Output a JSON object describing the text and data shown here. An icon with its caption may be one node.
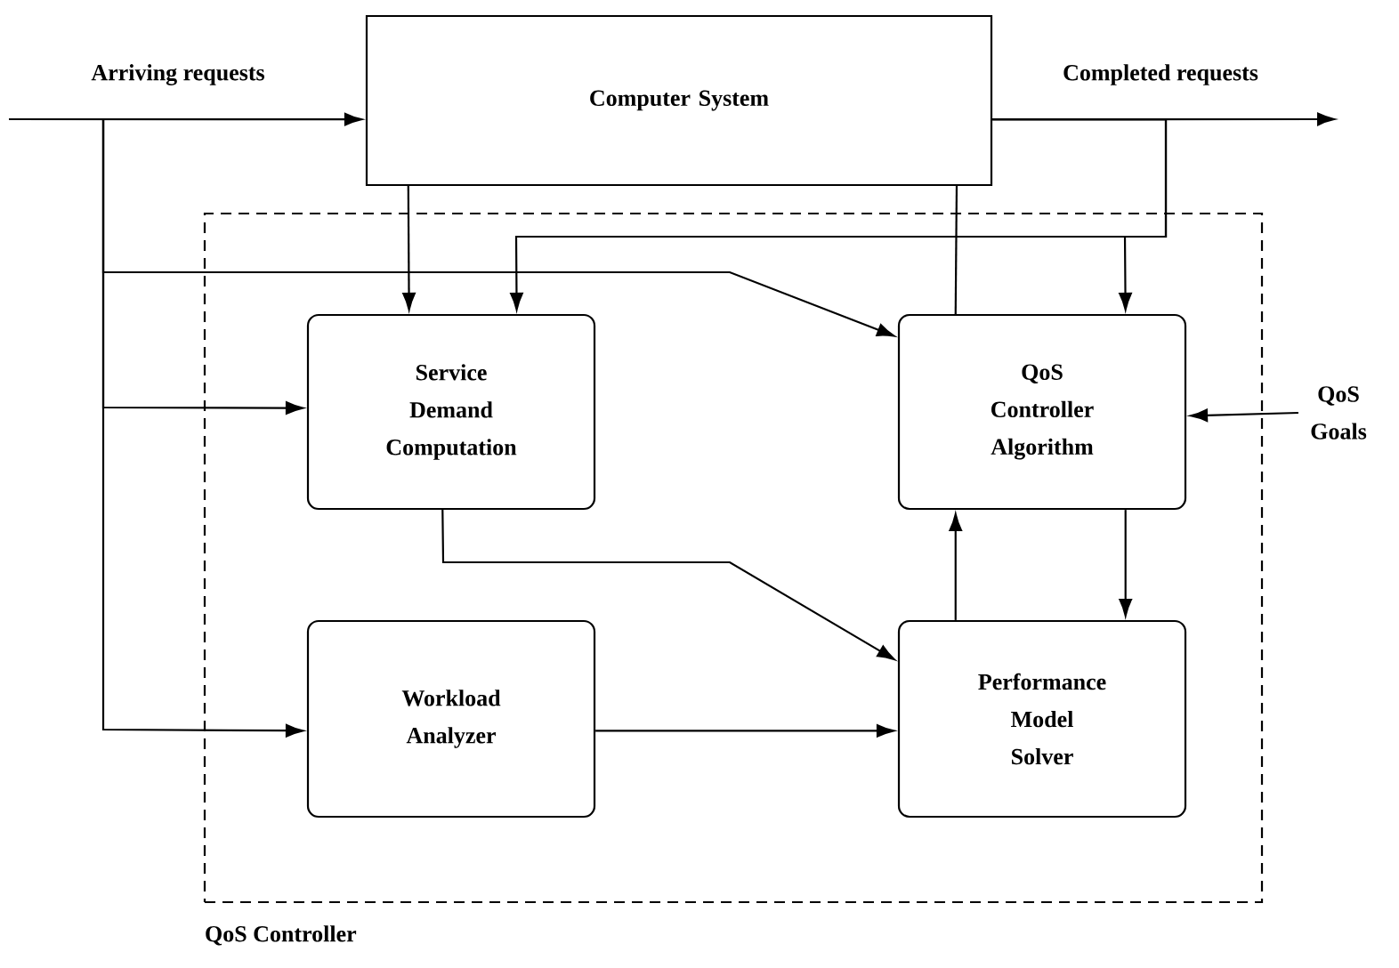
{
  "diagram": {
    "nodes": [
      {
        "text": [
          "Computer System"
        ]
      },
      {
        "text": [
          "QoS Controller"
        ]
      },
      {
        "text": [
          "Service Demand Computation"
        ],
        "in": 1
      },
      {
        "text": [
          "QoS Controller Algorithm"
        ],
        "in": 1
      },
      {
        "text": [
          "Workload Analyzer"
        ],
        "in": 1
      },
      {
        "text": [
          "Performance Model Solver"
        ],
        "in": 1
      },
      {
        "text": [
          "QoS Goals"
        ]
      }
    ],
    "edges": [
      {
        "from": null,
        "to": 0,
        "arrow": "to",
        "label": "Arriving requests"
      },
      {
        "from": null,
        "to": 3,
        "arrow": "to"
      },
      {
        "from": null,
        "to": 2,
        "arrow": "to"
      },
      {
        "from": null,
        "to": 4,
        "arrow": "to"
      },
      {
        "from": 0,
        "to": 2,
        "arrow": "to"
      },
      {
        "from": 0,
        "to": 3,
        "arrow": "none"
      },
      {
        "from": 0,
        "to": null,
        "arrow": "to",
        "label": "Completed requests"
      },
      {
        "from": 0,
        "to": 2,
        "arrow": "to"
      },
      {
        "from": 0,
        "to": 3,
        "arrow": "to"
      },
      {
        "from": 6,
        "to": 3,
        "arrow": "to"
      },
      {
        "from": 2,
        "to": 5,
        "arrow": "to"
      },
      {
        "from": 4,
        "to": 5,
        "arrow": "to"
      },
      {
        "from": 5,
        "to": 3,
        "arrow": "to"
      },
      {
        "from": 3,
        "to": 5,
        "arrow": "to"
      }
    ]
  }
}
